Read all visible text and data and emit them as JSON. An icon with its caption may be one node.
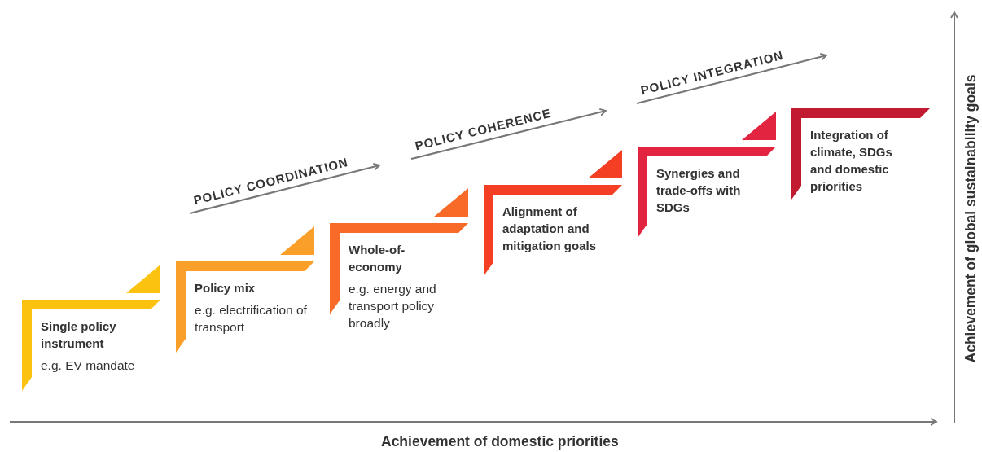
{
  "diagram": {
    "nodes": [
      {
        "text": [
          "Single policy instrument",
          "e.g. EV mandate"
        ]
      },
      {
        "text": [
          "Policy mix",
          "e.g. electrification of transport"
        ]
      },
      {
        "text": [
          "Whole-of-economy",
          "e.g. energy and transport policy broadly"
        ]
      },
      {
        "text": [
          "Alignment of adaptation and mitigation goals"
        ]
      },
      {
        "text": [
          "Synergies and trade-offs with SDGs"
        ]
      },
      {
        "text": [
          "Integration of climate, SDGs and domestic priorities"
        ]
      }
    ],
    "edges": [],
    "labels": [
      "POLICY COORDINATION",
      "POLICY COHERENCE",
      "POLICY INTEGRATION",
      "Achievement of global sustainability goals",
      "Achievement of domestic priorities"
    ]
  }
}
